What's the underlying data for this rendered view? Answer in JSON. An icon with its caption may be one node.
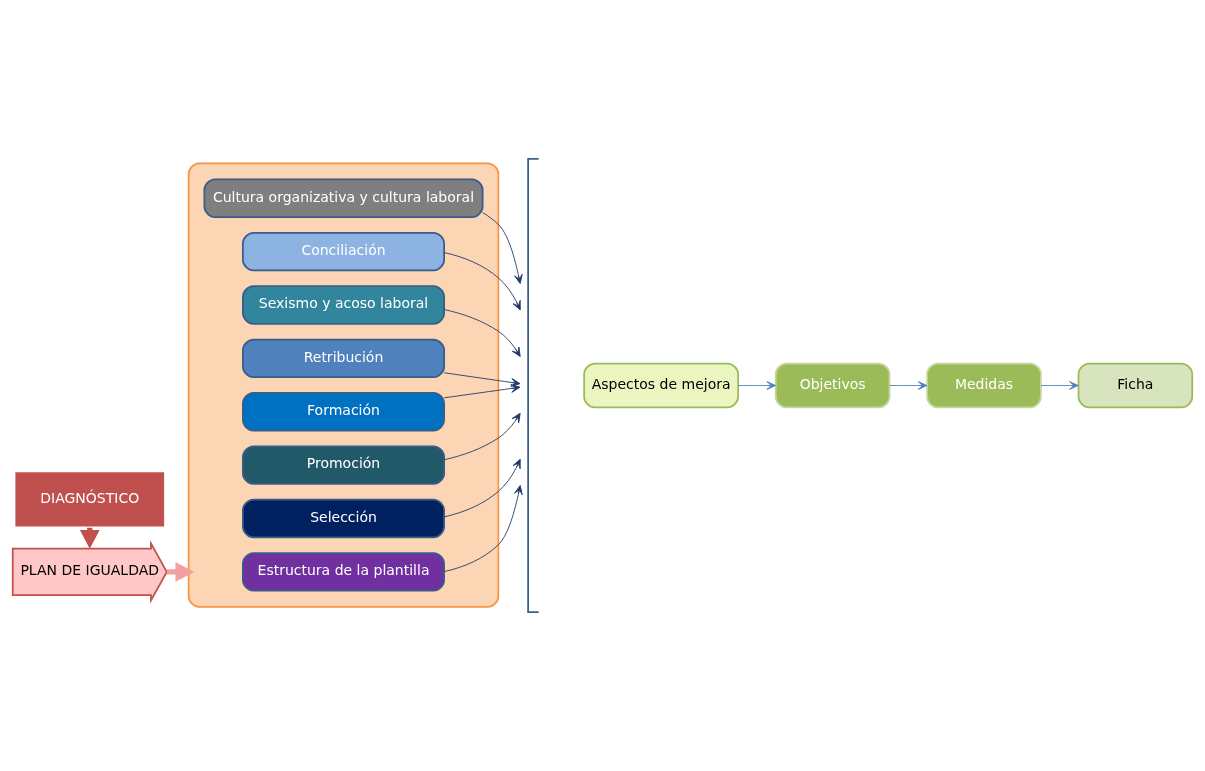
{
  "diagram": {
    "nodes": [
      {
        "text": [
          "DIAGNÓSTICO"
        ]
      },
      {
        "text": [
          "PLAN DE IGUALDAD"
        ]
      },
      {
        "text": [],
        "shape": "box"
      },
      {
        "text": [
          "Estructura de la plantilla"
        ],
        "in": 2
      },
      {
        "text": [
          "Selección"
        ],
        "in": 2
      },
      {
        "text": [
          "Promoción"
        ],
        "in": 2
      },
      {
        "text": [
          "Formación"
        ],
        "in": 2
      },
      {
        "text": [
          "Retribución"
        ],
        "in": 2
      },
      {
        "text": [
          "Sexismo y acoso laboral"
        ],
        "in": 2
      },
      {
        "text": [
          "Conciliación"
        ],
        "in": 2
      },
      {
        "text": [
          "Cultura organizativa y cultura laboral"
        ],
        "in": 2
      },
      {
        "text": [],
        "shape": "bracket"
      },
      {
        "text": [
          "Aspectos de mejora"
        ]
      },
      {
        "text": [
          "Objetivos"
        ]
      },
      {
        "text": [
          "Medidas"
        ]
      },
      {
        "text": [
          "Ficha"
        ]
      }
    ],
    "edges": [
      {
        "from": 0,
        "to": 1,
        "arrow": "to",
        "style": "thick",
        "color": "#c0504d"
      },
      {
        "from": 1,
        "to": 2,
        "arrow": "to",
        "style": "thick",
        "color": "#f2a0a0"
      },
      {
        "from": 3,
        "to": 11,
        "arrow": "to"
      },
      {
        "from": 4,
        "to": 11,
        "arrow": "to"
      },
      {
        "from": 5,
        "to": 11,
        "arrow": "to"
      },
      {
        "from": 6,
        "to": 11,
        "arrow": "to"
      },
      {
        "from": 7,
        "to": 11,
        "arrow": "to"
      },
      {
        "from": 8,
        "to": 11,
        "arrow": "to"
      },
      {
        "from": 9,
        "to": 11,
        "arrow": "to"
      },
      {
        "from": 10,
        "to": 11,
        "arrow": "to"
      },
      {
        "from": 12,
        "to": 13,
        "arrow": "to",
        "color": "#4f81bd"
      },
      {
        "from": 13,
        "to": 14,
        "arrow": "to",
        "color": "#4f81bd"
      },
      {
        "from": 14,
        "to": 15,
        "arrow": "to",
        "color": "#4f81bd"
      }
    ]
  }
}
